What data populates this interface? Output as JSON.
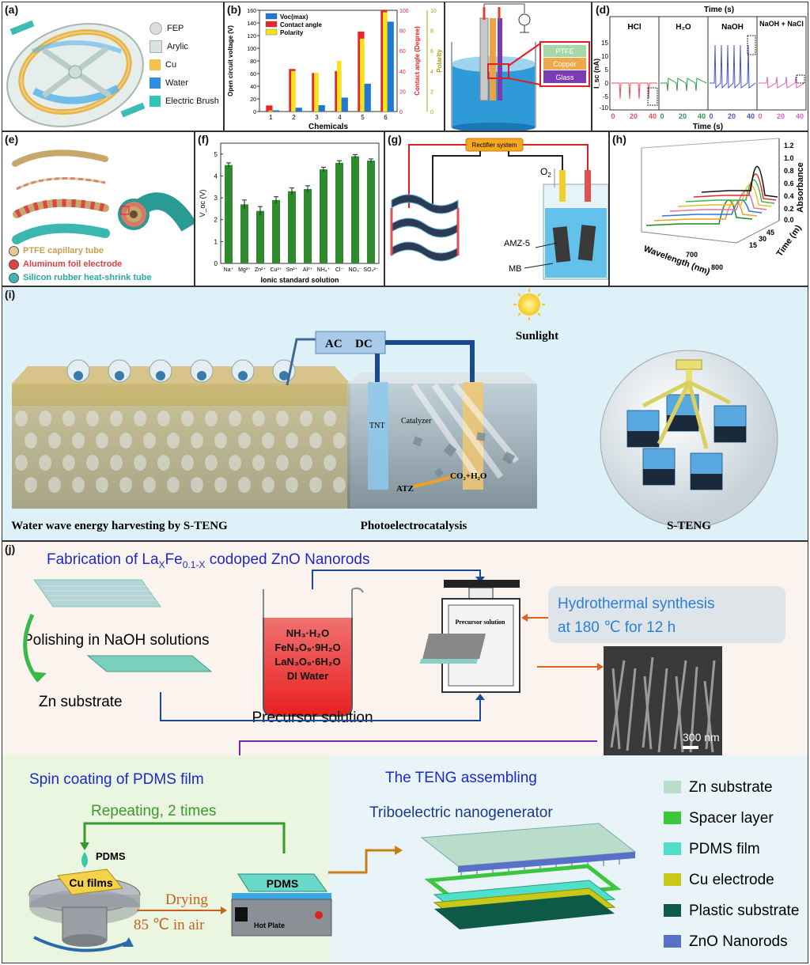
{
  "panels": {
    "a": {
      "label": "(a)",
      "legend": [
        "FEP",
        "Arylic",
        "Cu",
        "Water",
        "Electric Brush"
      ]
    },
    "b": {
      "label": "(b)"
    },
    "c": {
      "layers": [
        "PTFE",
        "Copper",
        "Glass"
      ]
    },
    "d": {
      "label": "(d)",
      "top_axis": "Time (s)",
      "bottom_axis": "Time (s)",
      "ylabel": "I_sc (nA)",
      "sections": [
        "HCl",
        "H₂O",
        "NaOH",
        "NaOH + NaCl"
      ],
      "yticks": [
        "15",
        "10",
        "5",
        "0",
        "-5",
        "-10"
      ],
      "xticks": [
        "0",
        "20",
        "40"
      ]
    },
    "e": {
      "label": "(e)",
      "legend": [
        "PTFE capillary tube",
        "Aluminum foil electrode",
        "Silicon rubber heat-shrink tube"
      ]
    },
    "f": {
      "label": "(f)"
    },
    "g": {
      "label": "(g)",
      "rectifier": "Rectifier system",
      "o2": "O",
      "o2_sub": "2",
      "amz": "AMZ-5",
      "mb": "MB"
    },
    "h": {
      "label": "(h)",
      "zlabel": "Absorbance",
      "zticks": [
        "1.2",
        "1.0",
        "0.8",
        "0.6",
        "0.4",
        "0.2",
        "0.0"
      ],
      "xlabel": "Wavelength (nm)",
      "xticks": [
        "700",
        "800"
      ],
      "ylabel": "Time (m)",
      "yticks": [
        "15",
        "30",
        "45"
      ]
    },
    "i": {
      "label": "(i)",
      "ac": "AC",
      "dc": "DC",
      "sunlight": "Sunlight",
      "tnt": "TNT",
      "catalyzer": "Catalyzer",
      "atz": "ATZ",
      "co2": "CO₂+H₂O",
      "caption_left": "Water wave energy harvesting by S-TENG",
      "caption_mid": "Photoelectrocatalysis",
      "caption_right": "S-TENG"
    },
    "j": {
      "label": "(j)",
      "title_pre": "Fabrication of La",
      "title_sub1": "X",
      "title_mid": "Fe",
      "title_sub2": "0.1-X",
      "title_post": " codoped ZnO Nanorods",
      "polishing": "Polishing in NaOH solutions",
      "zn_substrate": "Zn substrate",
      "precursor": "Precursor solution",
      "beaker_lines": [
        "NH₃·H₂O",
        "FeN₃O₉·9H₂O",
        "LaN₃O₉·6H₂O",
        "DI Water"
      ],
      "autoclave_label": "Precursor solution",
      "hydro_1": "Hydrothermal synthesis",
      "hydro_2": "at 180 ℃ for 12 h",
      "scale_bar": "300 nm",
      "spin_title": "Spin coating of PDMS film",
      "repeating": "Repeating, 2 times",
      "pdms": "PDMS",
      "cu_films": "Cu films",
      "drying": "Drying",
      "drying_cond": "85 ℃ in air",
      "pdms_plate": "PDMS",
      "hot_plate": "Hot Plate",
      "teng_title": "The TENG assembling",
      "teng_sub": "Triboelectric nanogenerator",
      "legend": [
        {
          "name": "Zn  substrate",
          "color": "#b9dccb"
        },
        {
          "name": "Spacer layer",
          "color": "#3cc63c"
        },
        {
          "name": "PDMS film",
          "color": "#4ee0c8"
        },
        {
          "name": "Cu electrode",
          "color": "#c8c818"
        },
        {
          "name": "Plastic substrate",
          "color": "#0f5a46"
        },
        {
          "name": "ZnO Nanorods",
          "color": "#5870c8"
        }
      ]
    }
  },
  "chart_data": [
    {
      "type": "bar",
      "title": "",
      "xlabel": "Chemicals",
      "ylabel": "Open circuit voltage (V)",
      "ylabel2": "Contact angle (Degree)",
      "ylabel3": "Polarity",
      "categories": [
        "1",
        "2",
        "3",
        "4",
        "5",
        "6"
      ],
      "ylim": [
        0,
        160
      ],
      "ylim2": [
        0,
        100
      ],
      "ylim3": [
        0,
        10
      ],
      "yticks": [
        "0",
        "20",
        "40",
        "60",
        "80",
        "100",
        "120",
        "140",
        "160"
      ],
      "yticks2": [
        "0",
        "20",
        "40",
        "60",
        "80",
        "100"
      ],
      "yticks3": [
        "0",
        "2",
        "4",
        "6",
        "8",
        "10"
      ],
      "legend_position": "top-left",
      "series": [
        {
          "name": "Voc(max)",
          "color": "#1f78d4",
          "axis": "left",
          "values": [
            2,
            6,
            10,
            22,
            44,
            142
          ]
        },
        {
          "name": "Contact angle",
          "color": "#e8262a",
          "axis": "right",
          "values": [
            6,
            42,
            38,
            40,
            79,
            100
          ]
        },
        {
          "name": "Polarity",
          "color": "#f6e516",
          "axis": "right2",
          "values": [
            0.1,
            4.0,
            3.8,
            5.0,
            7.2,
            9.8
          ]
        }
      ]
    },
    {
      "type": "bar",
      "xlabel": "Ionic standard solution",
      "ylabel": "V_oc (V)",
      "categories": [
        "Na⁺",
        "Mg²⁺",
        "Zn²⁺",
        "Cu²⁺",
        "Sn²⁺",
        "Al³⁺",
        "NH₄⁺",
        "Cl⁻",
        "NO₃⁻",
        "SO₄²⁻"
      ],
      "ylim": [
        0,
        5.5
      ],
      "yticks": [
        "0",
        "1",
        "2",
        "3",
        "4",
        "5"
      ],
      "series": [
        {
          "color": "#2e8b2e",
          "values": [
            4.5,
            2.7,
            2.4,
            2.9,
            3.3,
            3.4,
            4.3,
            4.6,
            4.9,
            4.7
          ],
          "errors": [
            0.1,
            0.2,
            0.2,
            0.15,
            0.15,
            0.15,
            0.1,
            0.1,
            0.08,
            0.08
          ]
        }
      ]
    }
  ]
}
